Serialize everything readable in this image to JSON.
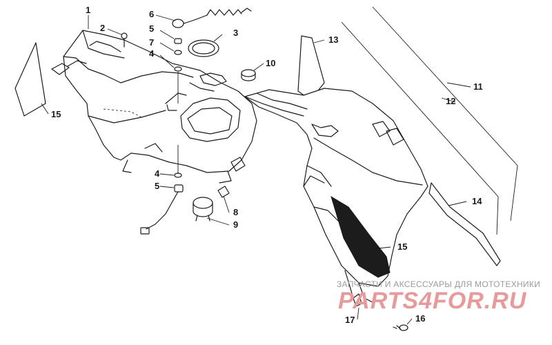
{
  "callouts": {
    "c1": "1",
    "c2": "2",
    "c3": "3",
    "c4a": "4",
    "c4b": "4",
    "c5a": "5",
    "c5b": "5",
    "c6": "6",
    "c7": "7",
    "c8": "8",
    "c9": "9",
    "c10": "10",
    "c11": "11",
    "c12": "12",
    "c13": "13",
    "c14": "14",
    "c15a": "15",
    "c15b": "15",
    "c16": "16",
    "c17": "17"
  },
  "watermark": {
    "caption": "ЗАПЧАСТИ И АКСЕССУАРЫ ДЛЯ МОТОТЕХНИКИ",
    "logo": "PARTS4FOR.RU"
  }
}
